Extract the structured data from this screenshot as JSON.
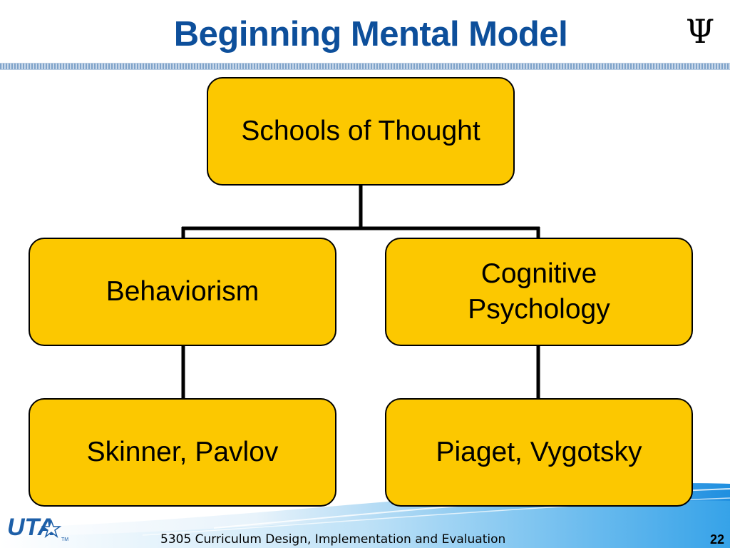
{
  "slide": {
    "title": "Beginning Mental Model",
    "symbol": "Ψ"
  },
  "diagram": {
    "root": {
      "label": "Schools of Thought"
    },
    "branches": [
      {
        "label": "Behaviorism",
        "child": {
          "label": "Skinner, Pavlov"
        }
      },
      {
        "label": "Cognitive Psychology",
        "child": {
          "label": "Piaget, Vygotsky"
        }
      }
    ],
    "node_fill": "#fcc800",
    "connector_color": "#000000"
  },
  "footer": {
    "logo_text": "UTA",
    "logo_tm": "TM",
    "course": "5305 Curriculum Design, Implementation and Evaluation",
    "page_number": "22"
  },
  "colors": {
    "title": "#0d4f9b",
    "wave_blue": "#1f8fe0"
  }
}
